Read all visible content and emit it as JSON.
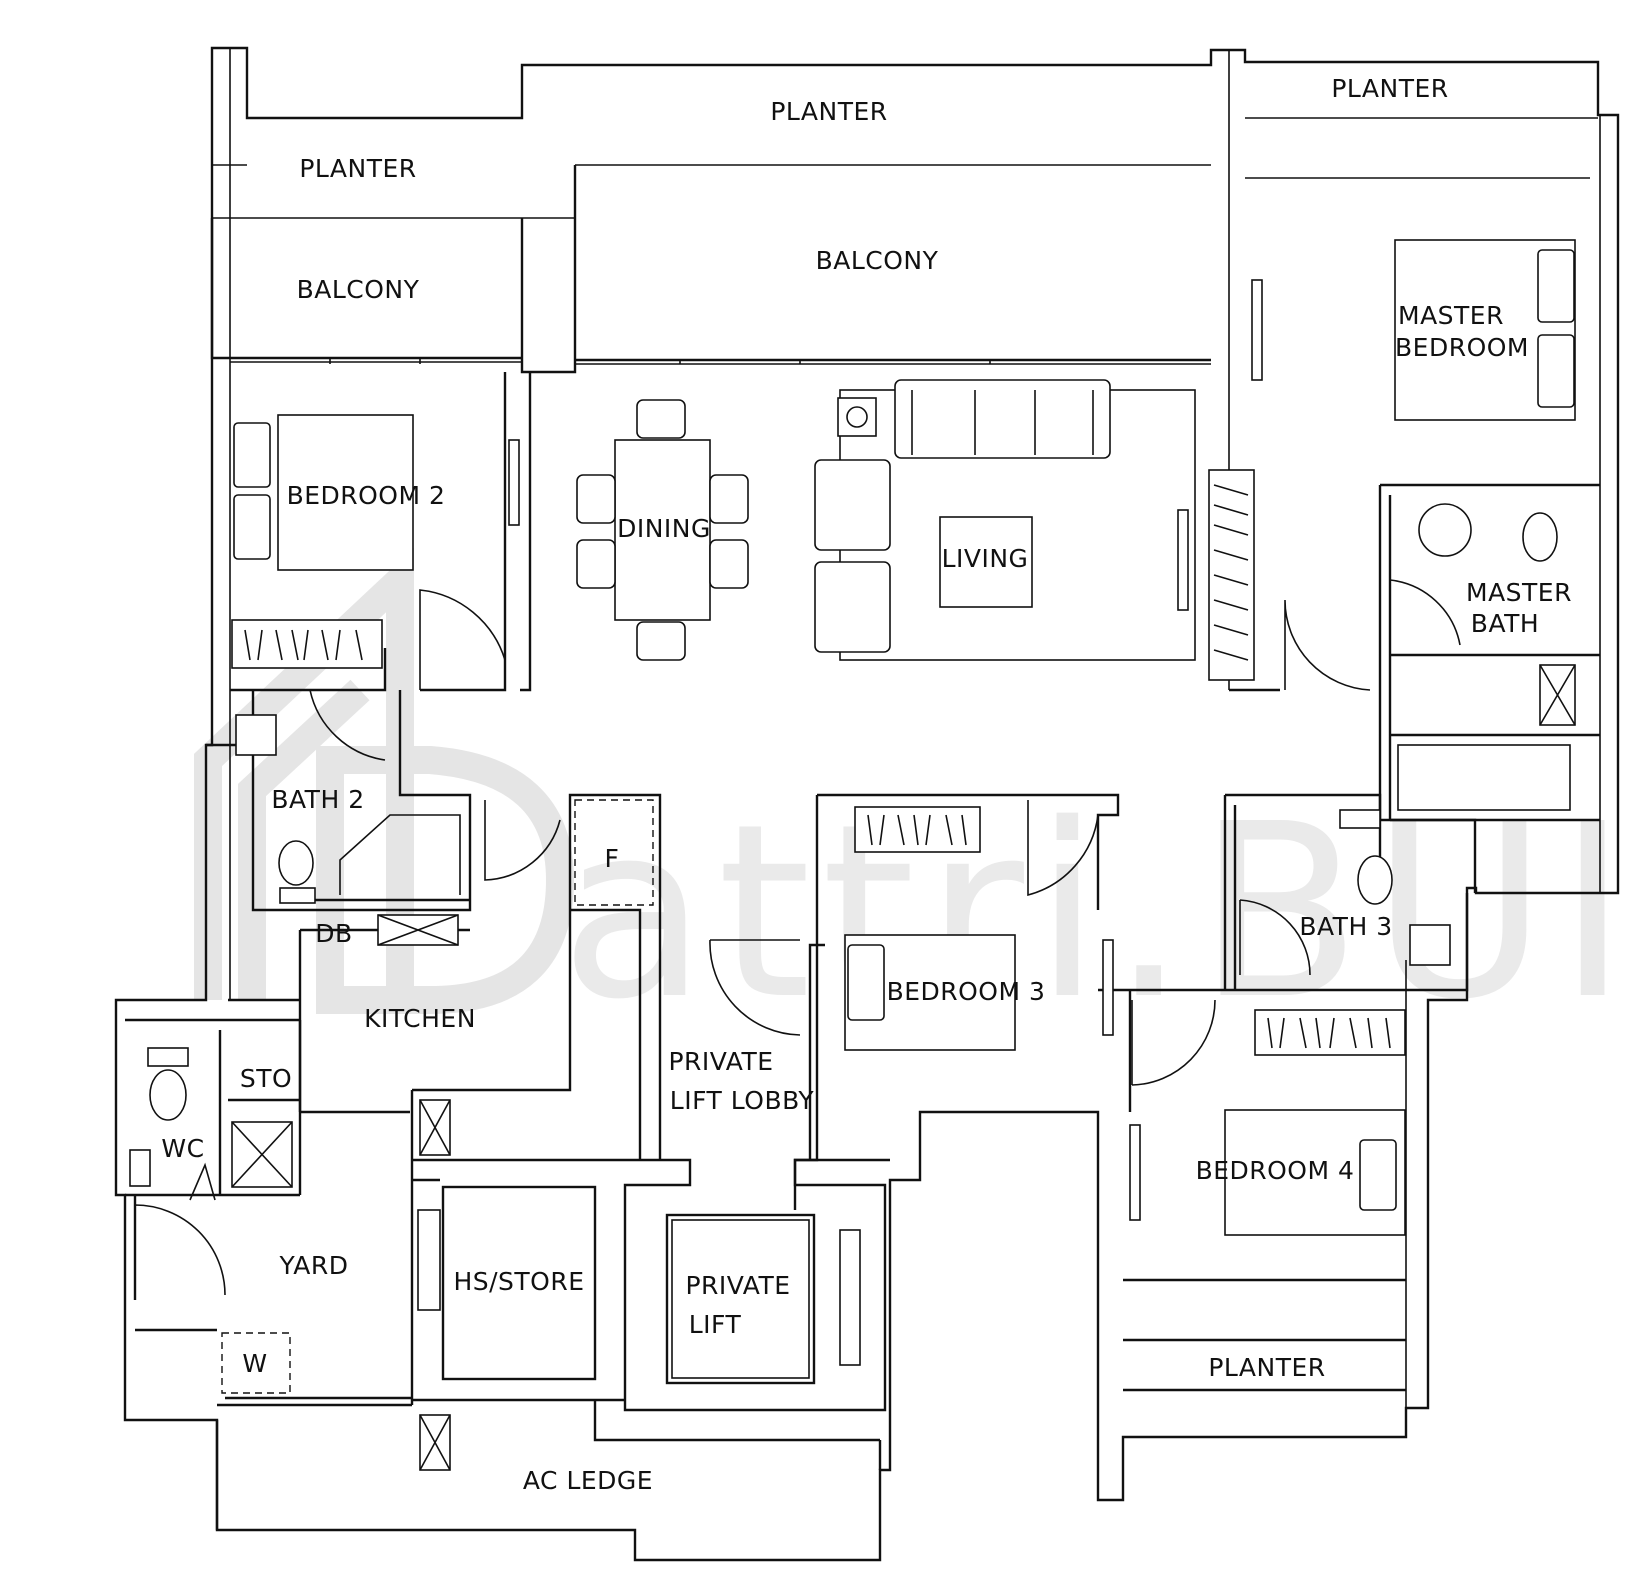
{
  "watermark": {
    "text": "attri.BUILD",
    "logo": "DB-house-logo"
  },
  "rooms": {
    "planter_top_left": "PLANTER",
    "planter_top_center": "PLANTER",
    "planter_top_right": "PLANTER",
    "balcony_left": "BALCONY",
    "balcony_center": "BALCONY",
    "master_bedroom_1": "MASTER",
    "master_bedroom_2": "BEDROOM",
    "bedroom_2": "BEDROOM 2",
    "dining": "DINING",
    "living": "LIVING",
    "master_bath_1": "MASTER",
    "master_bath_2": "BATH",
    "bath_2": "BATH 2",
    "fridge": "F",
    "db": "DB",
    "kitchen": "KITCHEN",
    "bedroom_3": "BEDROOM 3",
    "bath_3": "BATH 3",
    "sto": "STO",
    "wc": "WC",
    "private_lift_lobby_1": "PRIVATE",
    "private_lift_lobby_2": "LIFT LOBBY",
    "bedroom_4": "BEDROOM 4",
    "yard": "YARD",
    "hs_store": "HS/STORE",
    "private_lift_1": "PRIVATE",
    "private_lift_2": "LIFT",
    "w": "W",
    "planter_bottom": "PLANTER",
    "ac_ledge": "AC LEDGE"
  }
}
